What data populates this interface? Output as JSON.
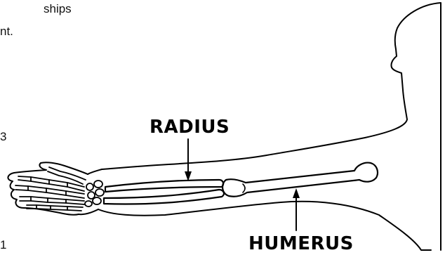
{
  "page_fragments": [
    "ships",
    "nt.",
    "3",
    "1"
  ],
  "labels": {
    "radius": "RADIUS",
    "humerus": "HUMERUS"
  },
  "colors": {
    "line": "#000000",
    "background": "#ffffff"
  }
}
